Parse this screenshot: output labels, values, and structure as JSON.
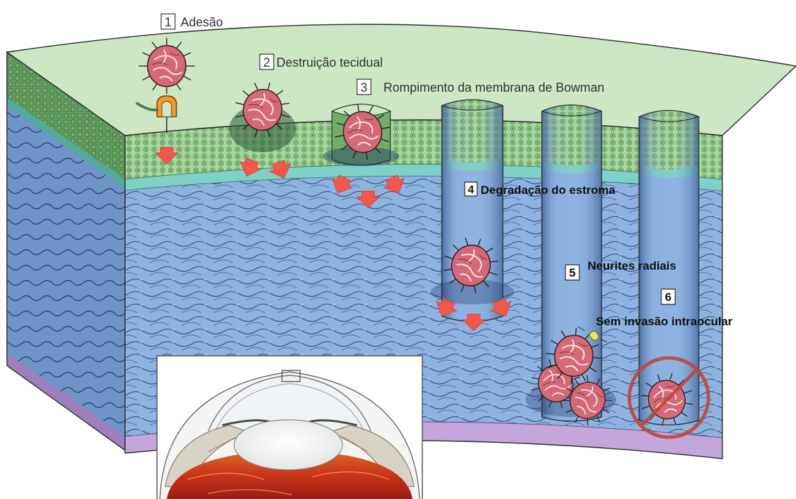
{
  "steps": [
    {
      "num": "1",
      "text": "Adesão",
      "boxed": true
    },
    {
      "num": "2",
      "text": "Destruição tecidual",
      "boxed": true
    },
    {
      "num": "3",
      "text": "Rompimento da membrana de Bowman",
      "boxed": true
    },
    {
      "num": "4",
      "text": "Degradação do estroma",
      "boxed": true
    },
    {
      "num": "5",
      "text": "Neurites radiais",
      "boxed": true
    },
    {
      "num": "6",
      "text": "Sem invasão intraocular",
      "boxed": true
    }
  ],
  "colors": {
    "epithelium": "#cde6c4",
    "epithelium_cells": "#8dc48a",
    "bowman_layer": "#7fd0c6",
    "stroma": "#8fb3e0",
    "stroma_lines": "#2e4a7a",
    "endothelium": "#b99ad1",
    "parasite": "#d46a78",
    "arrow": "#f0584b",
    "inset_red": "#c83a16"
  },
  "inset": {
    "name": "eye-cross-section-inset"
  }
}
